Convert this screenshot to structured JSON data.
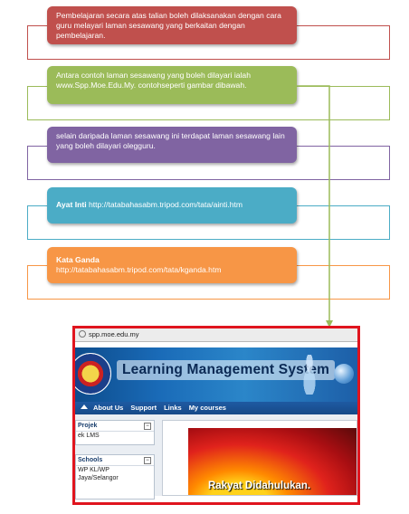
{
  "cards": [
    {
      "text": "Pembelajaran secara atas talian boleh dilaksanakan dengan cara guru melayari laman sesawang yang berkaitan dengan pembelajaran.",
      "color": "#c0504d"
    },
    {
      "text": "Antara contoh laman sesawang yang boleh dilayari ialah www.Spp.Moe.Edu.My. contohseperti gambar dibawah.",
      "color": "#9bbb59"
    },
    {
      "text": "selain daripada laman sesawang ini terdapat laman sesawang  lain yang boleh dilayari olegguru.",
      "color": "#8064a2"
    },
    {
      "bold": "Ayat Inti",
      "text": "http://tatabahasabm.tripod.com/tata/ainti.htm",
      "color": "#4bacc6"
    },
    {
      "bold": "Kata Ganda",
      "text": "http://tatabahasabm.tripod.com/tata/kganda.htm",
      "color": "#f79646"
    }
  ],
  "screenshot": {
    "address": "spp.moe.edu.my",
    "banner_title": "Learning Management System",
    "nav": [
      "About Us",
      "Support",
      "Links",
      "My courses"
    ],
    "side_blocks": [
      {
        "header": "Projek",
        "items": [
          "ek LMS"
        ]
      },
      {
        "header": "Schools",
        "items": [
          "WP KL/WP",
          "Jaya/Selangor"
        ]
      }
    ],
    "tagline": "Rakyat Didahulukan."
  }
}
